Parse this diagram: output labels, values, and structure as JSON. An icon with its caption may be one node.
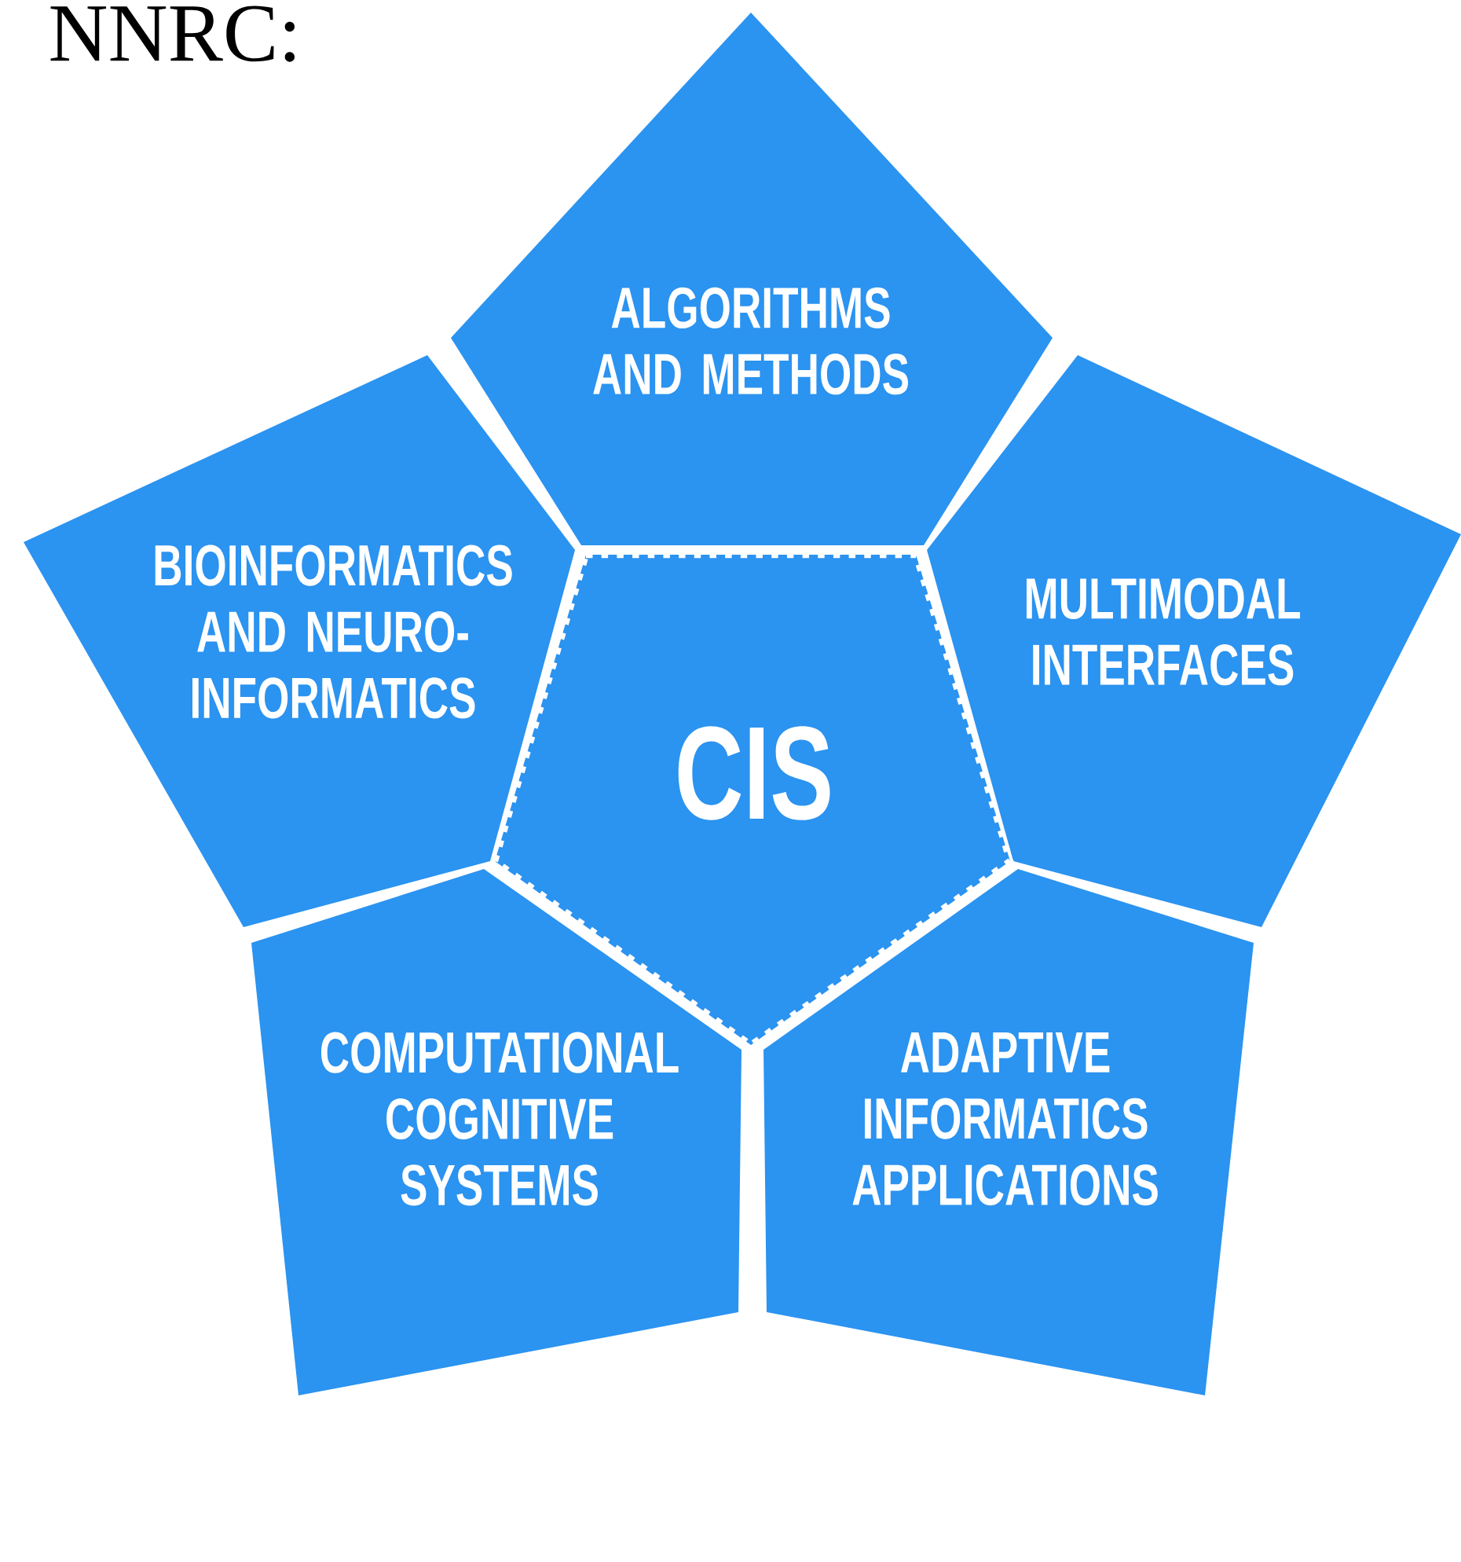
{
  "diagram": {
    "title": "NNRC:",
    "nodes": [
      {
        "text": [
          "ALGORITHMS AND METHODS"
        ]
      },
      {
        "text": [
          "BIOINFORMATICS AND NEURO-INFORMATICS"
        ]
      },
      {
        "text": [
          "MULTIMODAL INTERFACES"
        ]
      },
      {
        "text": [
          "CIS"
        ]
      },
      {
        "text": [
          "COMPUTATIONAL COGNITIVE SYSTEMS"
        ]
      },
      {
        "text": [
          "ADAPTIVE INFORMATICS APPLICATIONS"
        ]
      }
    ]
  }
}
